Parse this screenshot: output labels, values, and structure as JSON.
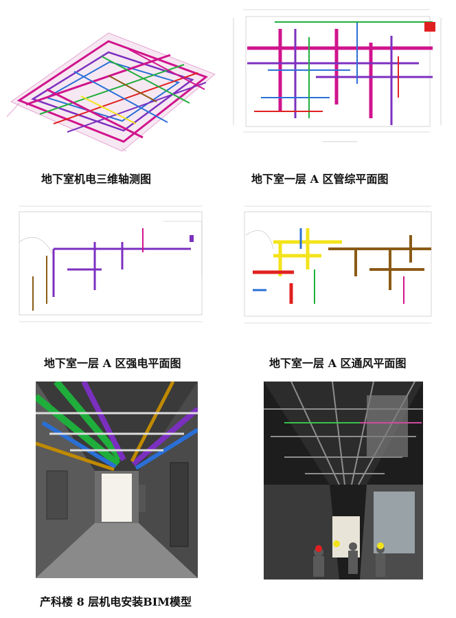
{
  "captions": {
    "iso3d": "地下室机电三维轴测图",
    "combined_plan": "地下室一层 A 区管综平面图",
    "power_plan": "地下室一层 A 区强电平面图",
    "vent_plan": "地下室一层 A 区通风平面图",
    "bim_model": "产科楼 8 层机电安装BIM模型"
  },
  "colors": {
    "magenta": "#d0148c",
    "purple": "#7b2fbf",
    "blue": "#2a6fd6",
    "green": "#1fae3c",
    "red": "#e02020",
    "yellow": "#f3e31a",
    "brown": "#8a5a14",
    "gridline": "#b8b8b8"
  }
}
